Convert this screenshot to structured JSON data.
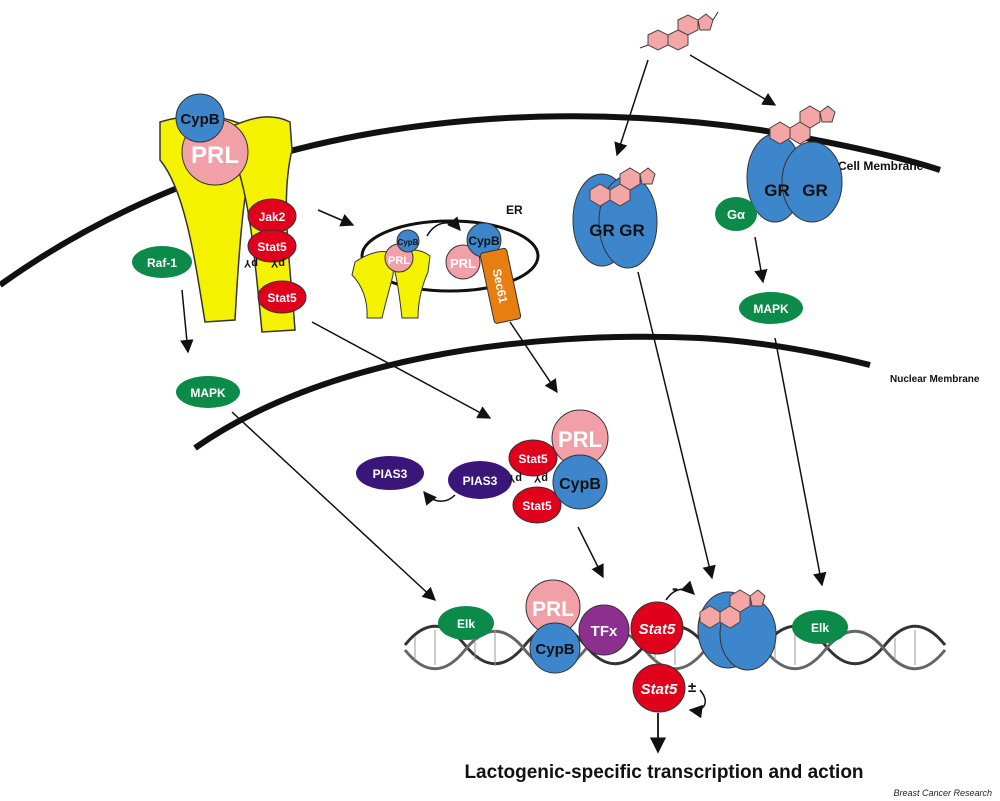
{
  "labels": {
    "cell_membrane": "Cell Membrane",
    "nuclear_membrane": "Nuclear Membrane",
    "er": "ER",
    "caption": "Lactogenic-specific transcription and action",
    "credit": "Breast Cancer Research",
    "py": "pY"
  },
  "proteins": {
    "cypb": "CypB",
    "prl": "PRL",
    "jak2": "Jak2",
    "stat5": "Stat5",
    "raf1": "Raf-1",
    "mapk": "MAPK",
    "sec61": "Sec61",
    "gr": "GR",
    "galpha": "Gα",
    "pias3": "PIAS3",
    "elk": "Elk",
    "tfx": "TFx"
  },
  "signs": {
    "minus": "-",
    "plusminus": "±"
  },
  "colors": {
    "receptor_yellow": "#f5f200",
    "cypb_blue": "#3d86cb",
    "prl_pink": "#f2a0a8",
    "stat_red": "#e0001c",
    "green": "#0c8a4a",
    "pias_purple": "#3a1678",
    "tfx_purple": "#8c2f8f",
    "sec61_orange": "#e87e10",
    "gr_blue": "#3d86cb",
    "steroid_pink": "#f4a6a6"
  }
}
